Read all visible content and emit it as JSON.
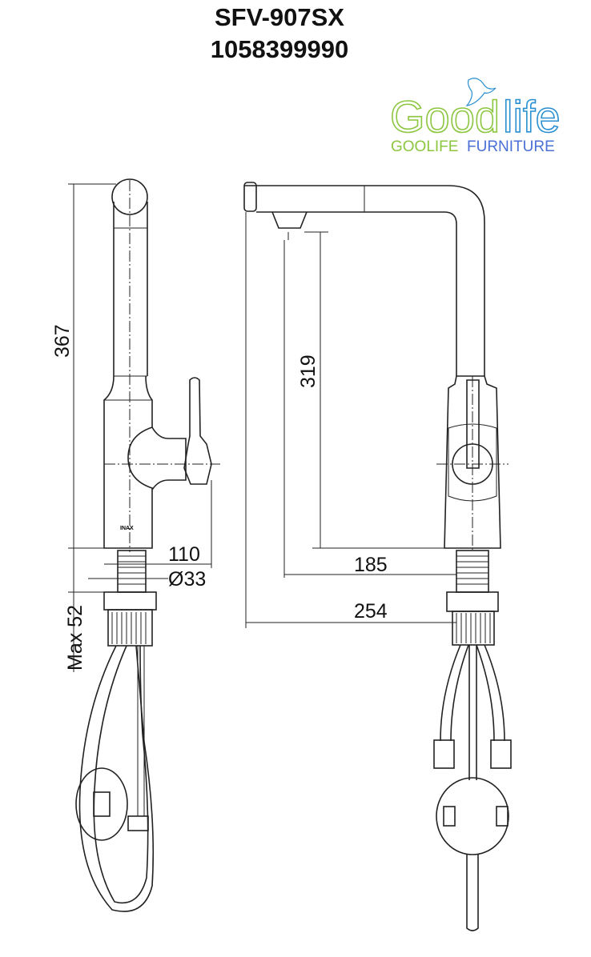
{
  "header": {
    "model": "SFV-907SX",
    "code": "1058399990"
  },
  "logo": {
    "wordmark_green": "Good",
    "wordmark_blue": "life",
    "tagline_green": "GOOLIFE",
    "tagline_blue": "FURNITURE",
    "colors": {
      "green": "#8cc63f",
      "blue": "#2a8fd0",
      "tagline_blue": "#4a6fd6"
    }
  },
  "dimensions": {
    "height_total": "367",
    "max_deck": "Max 52",
    "handle_reach": "110",
    "diameter": "Ø33",
    "outlet_height": "319",
    "spout_reach": "185",
    "overall_reach": "254"
  },
  "body_mark": "INAX"
}
